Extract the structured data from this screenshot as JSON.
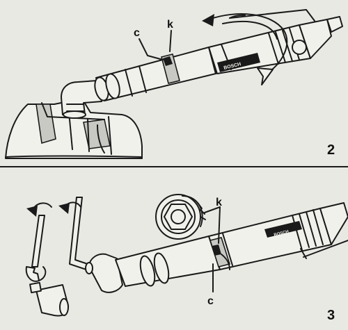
{
  "panels": [
    {
      "number": "2",
      "callouts": {
        "c": "c",
        "k": "k"
      },
      "brand_text": "BOSCH"
    },
    {
      "number": "3",
      "callouts": {
        "c": "c",
        "k": "k"
      },
      "brand_text": "BOSCH"
    }
  ]
}
